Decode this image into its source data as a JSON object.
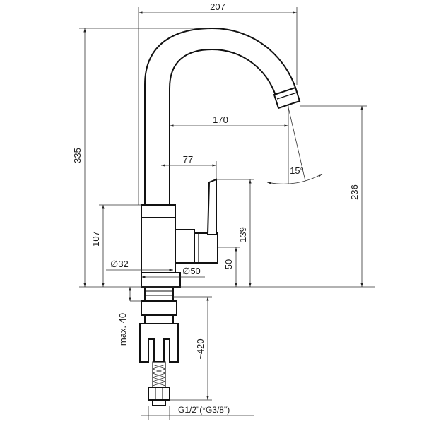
{
  "dimensions": {
    "width_total": "207",
    "spout_reach": "170",
    "lever_offset": "77",
    "height_total": "335",
    "spout_height": "236",
    "lever_height": "139",
    "base_height": "107",
    "base_thickness": "50",
    "hole_diameter": "∅32",
    "body_diameter": "∅50",
    "max_mount": "max. 40",
    "hose_length": "~420",
    "connection_thread": "G1/2\"(*G3/8\")",
    "spout_angle": "15°"
  }
}
